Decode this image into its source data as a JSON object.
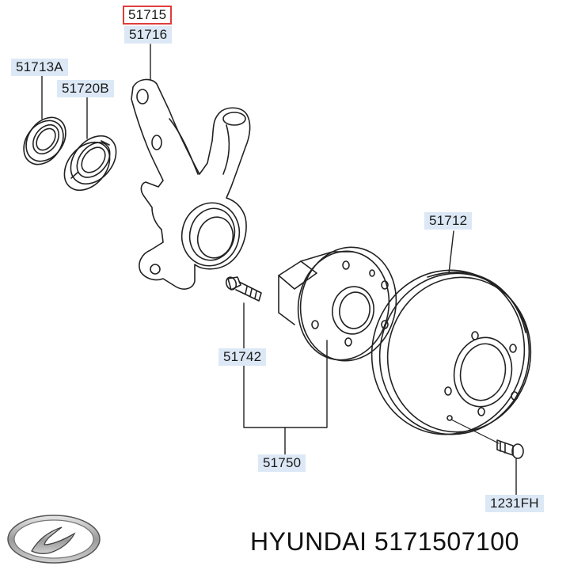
{
  "labels": {
    "p51715": "51715",
    "p51716": "51716",
    "p51713A": "51713A",
    "p51720B": "51720B",
    "p51712": "51712",
    "p51742": "51742",
    "p51750": "51750",
    "p1231FH": "1231FH"
  },
  "highlight_color": "#e03c3c",
  "label_background": "#dce8f5",
  "footer": {
    "brand": "HYUNDAI",
    "part_number": "5171507100",
    "caption": "HYUNDAI 5171507100",
    "logo_icon": "hyundai-logo-icon"
  }
}
